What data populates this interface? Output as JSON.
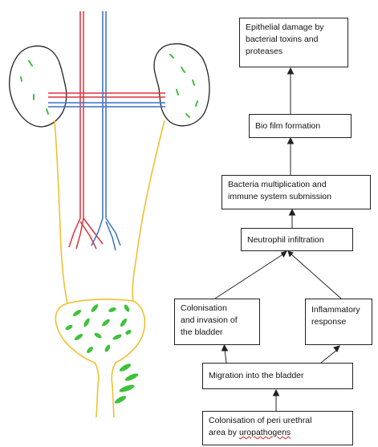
{
  "flowchart": {
    "epithelial_damage": [
      "Epithelial damage by",
      "bacterial toxins and",
      "proteases"
    ],
    "biofilm": "Bio film formation",
    "bacteria_multiplication": [
      "Bacteria multiplication and",
      "immune system submission"
    ],
    "neutrophil": "Neutrophil infiltration",
    "colonisation_bladder": [
      "Colonisation",
      "and invasion of",
      "the bladder"
    ],
    "inflammatory": [
      "Inflammatory",
      "response"
    ],
    "migration": "Migration into the bladder",
    "colonisation_peri": {
      "line1": "Colonisation of peri urethral",
      "line2_prefix": "area by ",
      "line2_word": "uropathogens"
    }
  },
  "colors": {
    "artery": "#e0303a",
    "vein": "#3a6fc8",
    "ureter": "#f0c030",
    "bacteria": "#3ec23a",
    "outline": "#222222"
  }
}
